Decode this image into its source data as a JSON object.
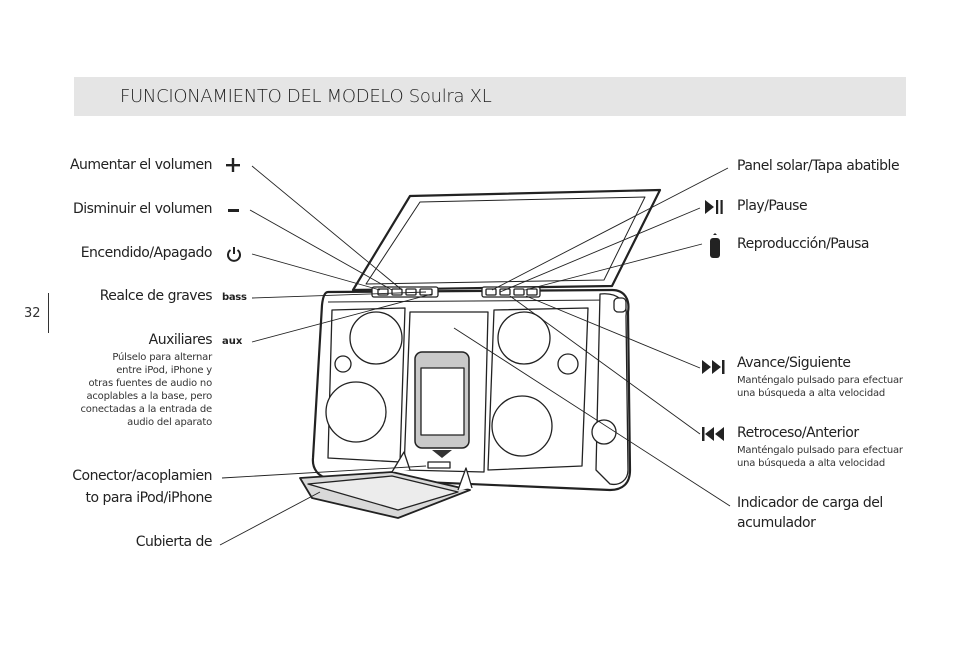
{
  "header": {
    "title": "FUNCIONAMIENTO DEL MODELO Soulra XL"
  },
  "page_number": "32",
  "left_labels": {
    "vol_up": "Aumentar el volumen",
    "vol_down": "Disminuir el volumen",
    "power": "Encendido/Apagado",
    "bass": "Realce de graves",
    "bass_icon": "bass",
    "aux": "Auxiliares",
    "aux_icon": "aux",
    "aux_desc": [
      "Púlselo para alternar",
      "entre iPod, iPhone y",
      "otras fuentes de audio no",
      "acoplables a la base, pero",
      "conectadas a la entrada de",
      "audio del aparato"
    ],
    "connector_1": "Conector/acoplamien",
    "connector_2": "to para iPod/iPhone",
    "cover": "Cubierta de"
  },
  "right_labels": {
    "solar": "Panel solar/Tapa abatible",
    "play_pause": "Play/Pause",
    "playback": "Reproducción/Pausa",
    "next": "Avance/Siguiente",
    "next_desc": [
      "Manténgalo pulsado para efectuar",
      "una búsqueda a alta velocidad"
    ],
    "prev": "Retroceso/Anterior",
    "prev_desc": [
      "Manténgalo pulsado para efectuar",
      "una búsqueda a alta velocidad"
    ],
    "battery_1": "Indicador de carga del",
    "battery_2": "acumulador"
  },
  "icons": {
    "plus": "plus-icon",
    "minus": "minus-icon",
    "power": "power-icon",
    "play_pause": "play-pause-icon",
    "ipod_remote": "remote-icon",
    "next": "next-track-icon",
    "prev": "prev-track-icon"
  }
}
